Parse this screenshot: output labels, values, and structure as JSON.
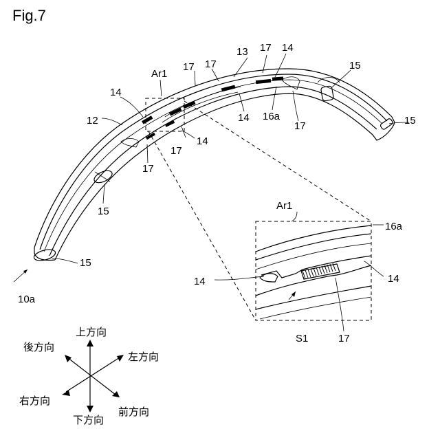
{
  "figure": {
    "title": "Fig.7"
  },
  "labels": {
    "l_12": "12",
    "l_10a": "10a",
    "l_ar1_main": "Ar1",
    "l_13": "13",
    "l_14_a": "14",
    "l_14_b": "14",
    "l_14_c": "14",
    "l_14_d": "14",
    "l_15_a": "15",
    "l_15_b": "15",
    "l_15_c": "15",
    "l_15_d": "15",
    "l_16a_main": "16a",
    "l_17_a": "17",
    "l_17_b": "17",
    "l_17_c": "17",
    "l_17_d": "17",
    "l_17_e": "17",
    "l_17_f": "17"
  },
  "inset": {
    "ar1": "Ar1",
    "l_16a": "16a",
    "l_14_left": "14",
    "l_14_right": "14",
    "l_s1": "S1",
    "l_17": "17"
  },
  "directions": {
    "up": "上方向",
    "down": "下方向",
    "back": "後方向",
    "front": "前方向",
    "left": "左方向",
    "right": "右方向"
  }
}
